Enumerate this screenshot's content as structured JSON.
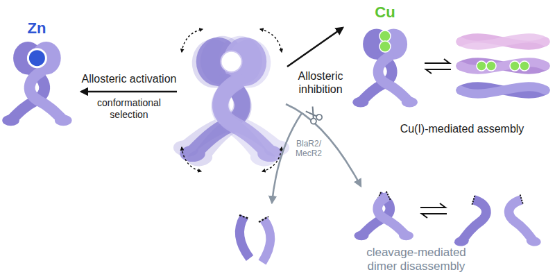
{
  "diagram": {
    "labels": [
      "Zn",
      "Allosteric activation",
      "conformational selection",
      "Cu",
      "Allosteric inhibition",
      "BlaR2/ MecR2",
      "Cu(I)-mediated assembly",
      "cleavage-mediated dimer disassembly"
    ]
  }
}
